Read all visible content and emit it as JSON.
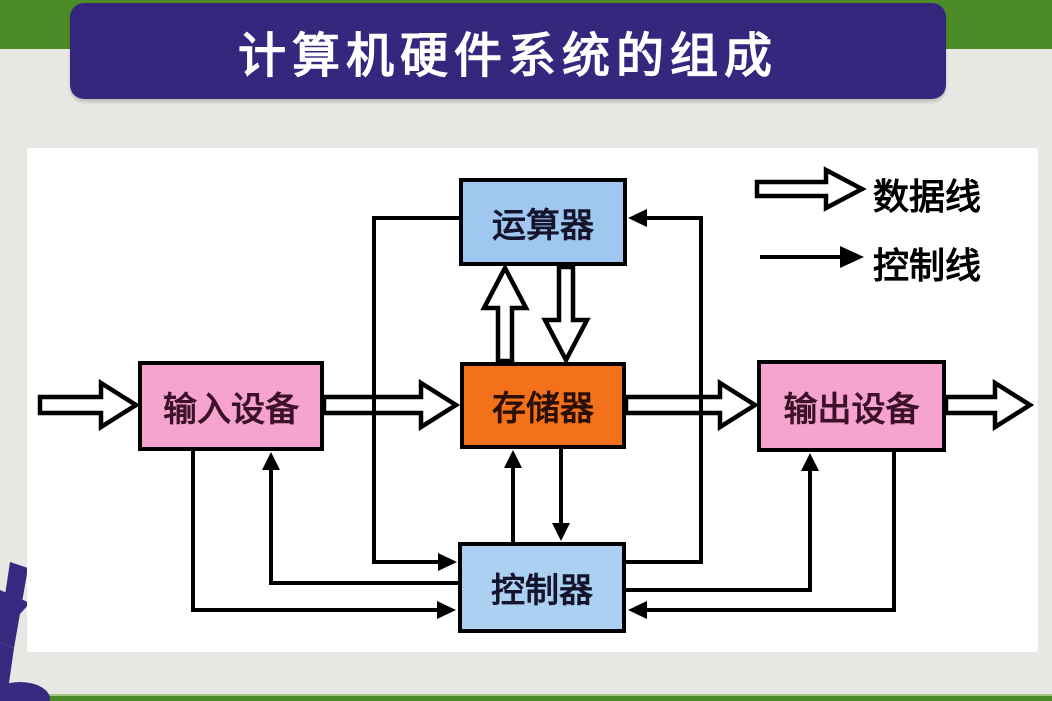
{
  "title": {
    "text": "计算机硬件系统的组成"
  },
  "legend": {
    "items": [
      {
        "label": "数据线",
        "line_type": "data",
        "arrow_style": "hollow-outline-arrow"
      },
      {
        "label": "控制线",
        "line_type": "control",
        "arrow_style": "thin-solid-arrow"
      }
    ]
  },
  "diagram": {
    "nodes": {
      "alu": {
        "label": "运算器",
        "fill": "#9FC7EF"
      },
      "memory": {
        "label": "存储器",
        "fill": "#F4711B"
      },
      "controller": {
        "label": "控制器",
        "fill": "#ACD0F2"
      },
      "input": {
        "label": "输入设备",
        "fill": "#F6A3CF"
      },
      "output": {
        "label": "输出设备",
        "fill": "#F6A3CF"
      }
    },
    "connections": [
      {
        "from": "external",
        "to": "input",
        "type": "data"
      },
      {
        "from": "input",
        "to": "memory",
        "type": "data"
      },
      {
        "from": "memory",
        "to": "output",
        "type": "data"
      },
      {
        "from": "output",
        "to": "external",
        "type": "data"
      },
      {
        "from": "memory",
        "to": "alu",
        "type": "data"
      },
      {
        "from": "alu",
        "to": "memory",
        "type": "data"
      },
      {
        "from": "alu",
        "to": "controller",
        "type": "control"
      },
      {
        "from": "controller",
        "to": "alu",
        "type": "control"
      },
      {
        "from": "controller",
        "to": "memory",
        "type": "control"
      },
      {
        "from": "memory",
        "to": "controller",
        "type": "control"
      },
      {
        "from": "controller",
        "to": "input",
        "type": "control"
      },
      {
        "from": "input",
        "to": "controller",
        "type": "control"
      },
      {
        "from": "controller",
        "to": "output",
        "type": "control"
      },
      {
        "from": "output",
        "to": "controller",
        "type": "control"
      }
    ]
  },
  "colors": {
    "top_band_green": "#4C8B28",
    "title_purple": "#36267E",
    "background_gray": "#E8E7E4",
    "panel_white": "#FFFFFF",
    "line_black": "#000000",
    "node_blue": "#9FC7EF",
    "node_orange": "#F4711B",
    "node_pink": "#F6A3CF"
  }
}
